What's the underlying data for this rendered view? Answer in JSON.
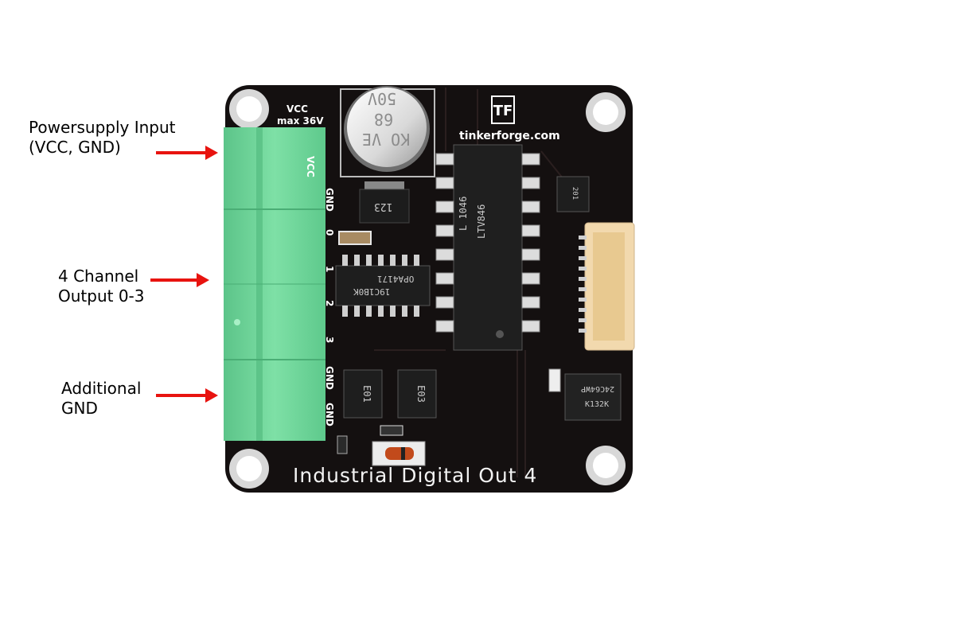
{
  "callouts": [
    {
      "line1": "Powersupply Input",
      "line2": "(VCC, GND)"
    },
    {
      "line1": "4 Channel",
      "line2": "Output 0-3"
    },
    {
      "line1": "Additional",
      "line2": "GND"
    }
  ],
  "board": {
    "title": "Industrial Digital Out 4",
    "brand": "tinkerforge.com",
    "logo_text": "TF",
    "vcc_label": "VCC",
    "max_label": "max 36V",
    "pin_labels": [
      "VCC",
      "GND",
      "0",
      "1",
      "2",
      "3",
      "GND",
      "GND"
    ],
    "capacitor": {
      "line1": "50V",
      "line2": "68",
      "line3": "KO VE"
    },
    "chips": {
      "regulator": "123",
      "optocoupler_1": "L 1046",
      "optocoupler_2": "LTV846",
      "opamp_1": "OPA4171",
      "opamp_2": "19C1B0K",
      "diode_a": "E01",
      "diode_b": "E03",
      "eeprom_1": "24C64WP",
      "eeprom_2": "K132K",
      "small_ic": "201"
    }
  },
  "colors": {
    "pcb": "#141010",
    "terminal": "#6ed39a",
    "connector": "#f2d9ae",
    "arrow": "#e8130f"
  }
}
